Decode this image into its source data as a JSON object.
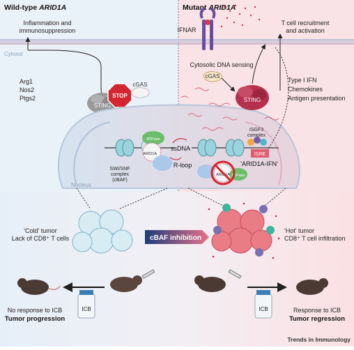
{
  "panels": {
    "left_title_prefix": "Wild-type ",
    "left_title_gene": "ARID1A",
    "right_title_prefix": "Mutant ",
    "right_title_gene": "ARID1A"
  },
  "left": {
    "inflammation_line1": "Inflammation and",
    "inflammation_line2": "immunosuppression",
    "cytosol_label": "Cytosol",
    "genes": [
      "Arg1",
      "Nos2",
      "Ptgs2"
    ],
    "stop_label": "STOP",
    "cgas_label": "cGAS",
    "sting_label": "STING",
    "nucleus_label": "Nucleus",
    "atpase_label": "ATPase",
    "arid1a_label": "ARID1A",
    "swisnf_line1": "SWI/SNF",
    "swisnf_line2": "complex",
    "swisnf_line3": "(cBAF)",
    "ssdna_label": "ssDNA",
    "rloop_label": "R-loop"
  },
  "right": {
    "ifnar_label": "IFNAR",
    "tcell_line1": "T cell recruitment",
    "tcell_line2": "and activation",
    "dna_sensing_label": "Cytosolic DNA sensing",
    "cgas_label": "cGAS",
    "sting_label": "STING",
    "effects": [
      "Type I IFN",
      "Chemokines",
      "Antigen presentation"
    ],
    "isgf3_line1": "ISGF3",
    "isgf3_line2": "complex",
    "isre_label": "ISRE",
    "arid1a_ifn_label": "'ARID1A-IFN'",
    "arid1a_label": "ARID1A",
    "atpase_label": "ATPase"
  },
  "bottom": {
    "cold_line1": "'Cold' tumor",
    "cold_line2": "Lack of CD8⁺ T cells",
    "cbaf_label": "cBAF inhibition",
    "hot_line1": "'Hot' tumor",
    "hot_line2": "CD8⁺ T cell infiltration",
    "no_response_line1": "No response to ICB",
    "no_response_line2": "Tumor progression",
    "icb_label": "ICB",
    "response_line1": "Response to ICB",
    "response_line2": "Tumor regression",
    "journal": "Trends in Immunology"
  },
  "colors": {
    "left_panel_bg": "#eaf2f9",
    "right_panel_bg": "#f9e3e6",
    "cbaf_arrow_start": "#1d3c78",
    "cbaf_arrow_end": "#e8728a",
    "sting_left": "#9a9a9a",
    "sting_right": "#b5304f",
    "stop_sign": "#d32630"
  }
}
